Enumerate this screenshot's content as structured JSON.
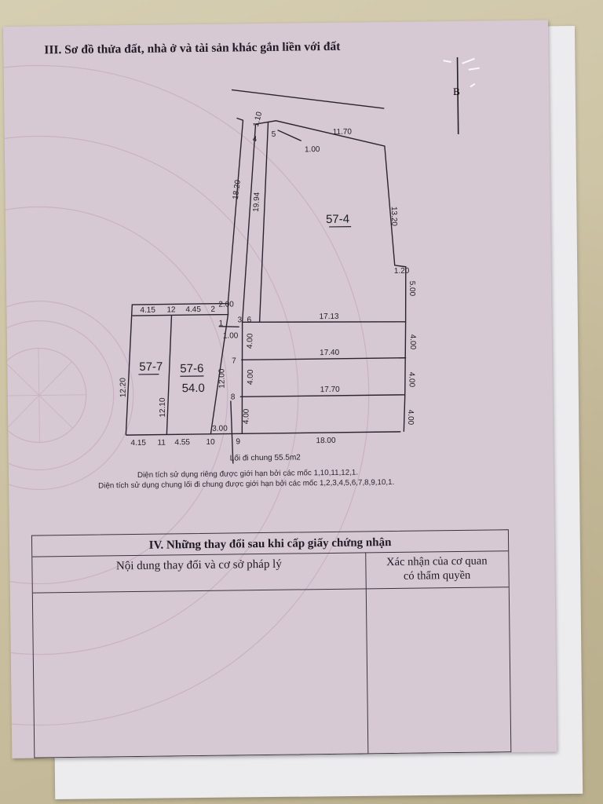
{
  "section_title": "III. Sơ đồ thửa đất, nhà ở và tài sản khác gắn liền với đất",
  "compass_label": "B",
  "parcels": {
    "main": "57-4",
    "left": "57-7",
    "middle": "57-6",
    "middle_area": "54.0"
  },
  "dimensions": {
    "top_short": "1.10",
    "top_long": "11.70",
    "inner_top": "1.00",
    "right_upper": "13.20",
    "right_step": "1.20",
    "right_a": "5.00",
    "right_b": "4.00",
    "right_c": "4.00",
    "right_d": "4.00",
    "left_strip_outer": "18.20",
    "left_strip_inner": "19.94",
    "step_2": "2.00",
    "corner_1": "1.00",
    "lot_row_1": "17.13",
    "lot_row_2": "17.40",
    "lot_row_3": "17.70",
    "strip_4a": "4.00",
    "strip_4b": "4.00",
    "strip_4c": "4.00",
    "left_top_a": "4.15",
    "left_top_b": "4.45",
    "left_side": "12.20",
    "mid_side": "12.10",
    "mid_right": "12.00",
    "bottom_a": "4.15",
    "bottom_b": "4.55",
    "bottom_c": "3.00",
    "bottom_long": "18.00"
  },
  "points": [
    "1",
    "2",
    "3",
    "4",
    "5",
    "6",
    "7",
    "8",
    "9",
    "10",
    "11",
    "12"
  ],
  "common_path_label": "Lối đi chung 55.5m2",
  "note_private": "Diện tích sử dụng riêng được giới hạn bởi các mốc 1,10,11,12,1.",
  "note_common": "Diện tích sử dụng chung lối đi chung được giới hạn bởi các mốc 1,2,3,4,5,6,7,8,9,10,1.",
  "changes": {
    "title": "IV. Những thay đổi sau khi cấp giấy chứng nhận",
    "col_left": "Nội dung thay đổi và cơ sở pháp lý",
    "col_right_line1": "Xác nhận của cơ quan",
    "col_right_line2": "có thẩm quyền"
  }
}
